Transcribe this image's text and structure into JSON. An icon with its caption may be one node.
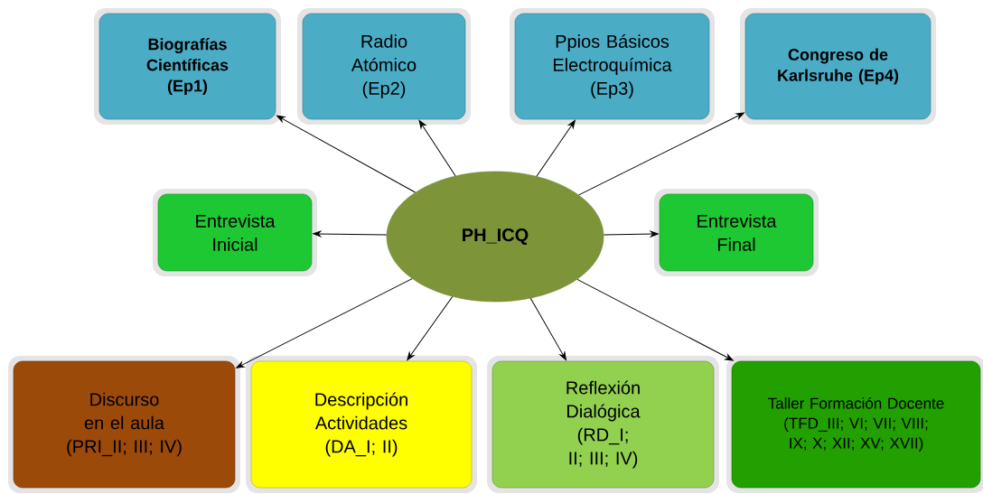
{
  "diagram": {
    "nodes": [
      {
        "text": [
          "Biografías Científicas (Ep1)"
        ]
      },
      {
        "text": [
          "Radio Atómico (Ep2)"
        ]
      },
      {
        "text": [
          "Ppios Básicos Electroquímica (Ep3)"
        ]
      },
      {
        "text": [
          "Congreso de Karlsruhe (Ep4)"
        ]
      },
      {
        "text": [
          "PH_ICQ"
        ]
      },
      {
        "text": [
          "Entrevista Inicial"
        ]
      },
      {
        "text": [
          "Entrevista Final"
        ]
      },
      {
        "text": [
          "Discurso en el aula (PRI_II; III; IV)"
        ]
      },
      {
        "text": [
          "Descripción Actividades (DA_I; II)"
        ]
      },
      {
        "text": [
          "Reflexión Dialógica (RD_I; II; III; IV)"
        ]
      },
      {
        "text": [
          "Taller Formación Docente (TFD_III; VI; VII; VIII; IX; X;  XII; XV; XVII)"
        ]
      }
    ],
    "edges": [
      {
        "from": 4,
        "to": 0,
        "arrow": "to"
      },
      {
        "from": 4,
        "to": 1,
        "arrow": "to"
      },
      {
        "from": 4,
        "to": 2,
        "arrow": "to"
      },
      {
        "from": 4,
        "to": 3,
        "arrow": "to"
      },
      {
        "from": 4,
        "to": 5,
        "arrow": "to"
      },
      {
        "from": 4,
        "to": 6,
        "arrow": "to"
      },
      {
        "from": 4,
        "to": 7,
        "arrow": "to"
      },
      {
        "from": 4,
        "to": 8,
        "arrow": "to"
      },
      {
        "from": 4,
        "to": 9,
        "arrow": "to"
      },
      {
        "from": 4,
        "to": 10,
        "arrow": "to"
      }
    ]
  }
}
